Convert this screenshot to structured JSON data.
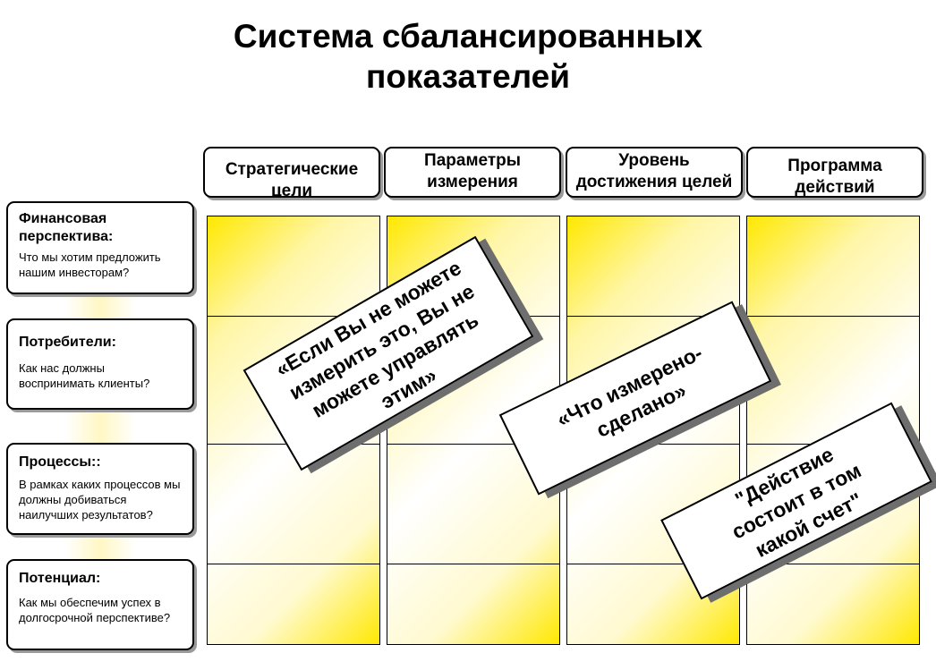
{
  "title": {
    "line1": "Система сбалансированных",
    "line2": "показателей"
  },
  "columns": [
    {
      "line1": "Стратегические",
      "line2": "цели"
    },
    {
      "line1": "Параметры",
      "line2": "измерения"
    },
    {
      "line1": "Уровень",
      "line2": "достижения целей"
    },
    {
      "line1": "Программа",
      "line2": "действий"
    }
  ],
  "perspectives": [
    {
      "title": "Финансовая перспектива:",
      "question": "Что мы хотим предложить нашим инвесторам?"
    },
    {
      "title": "Потребители:",
      "question": "Как нас должны воспринимать клиенты?"
    },
    {
      "title": "Процессы::",
      "question": "В рамках каких процессов мы должны добиваться наилучших результатов?"
    },
    {
      "title": "Потенциал:",
      "question": "Как мы обеспечим успех в долгосрочной перспективе?"
    }
  ],
  "quotes": [
    {
      "lines": [
        "«Если Вы не можете",
        "измерить это, Вы не",
        "можете управлять",
        "этим»"
      ]
    },
    {
      "lines": [
        "«Что измерено-",
        "сделано»"
      ]
    },
    {
      "lines": [
        "\"Действие",
        "состоит в том",
        "какой счет\""
      ]
    }
  ],
  "colors": {
    "highlight": "#ffee00",
    "shadow": "#6e6e6e",
    "border": "#000000"
  }
}
